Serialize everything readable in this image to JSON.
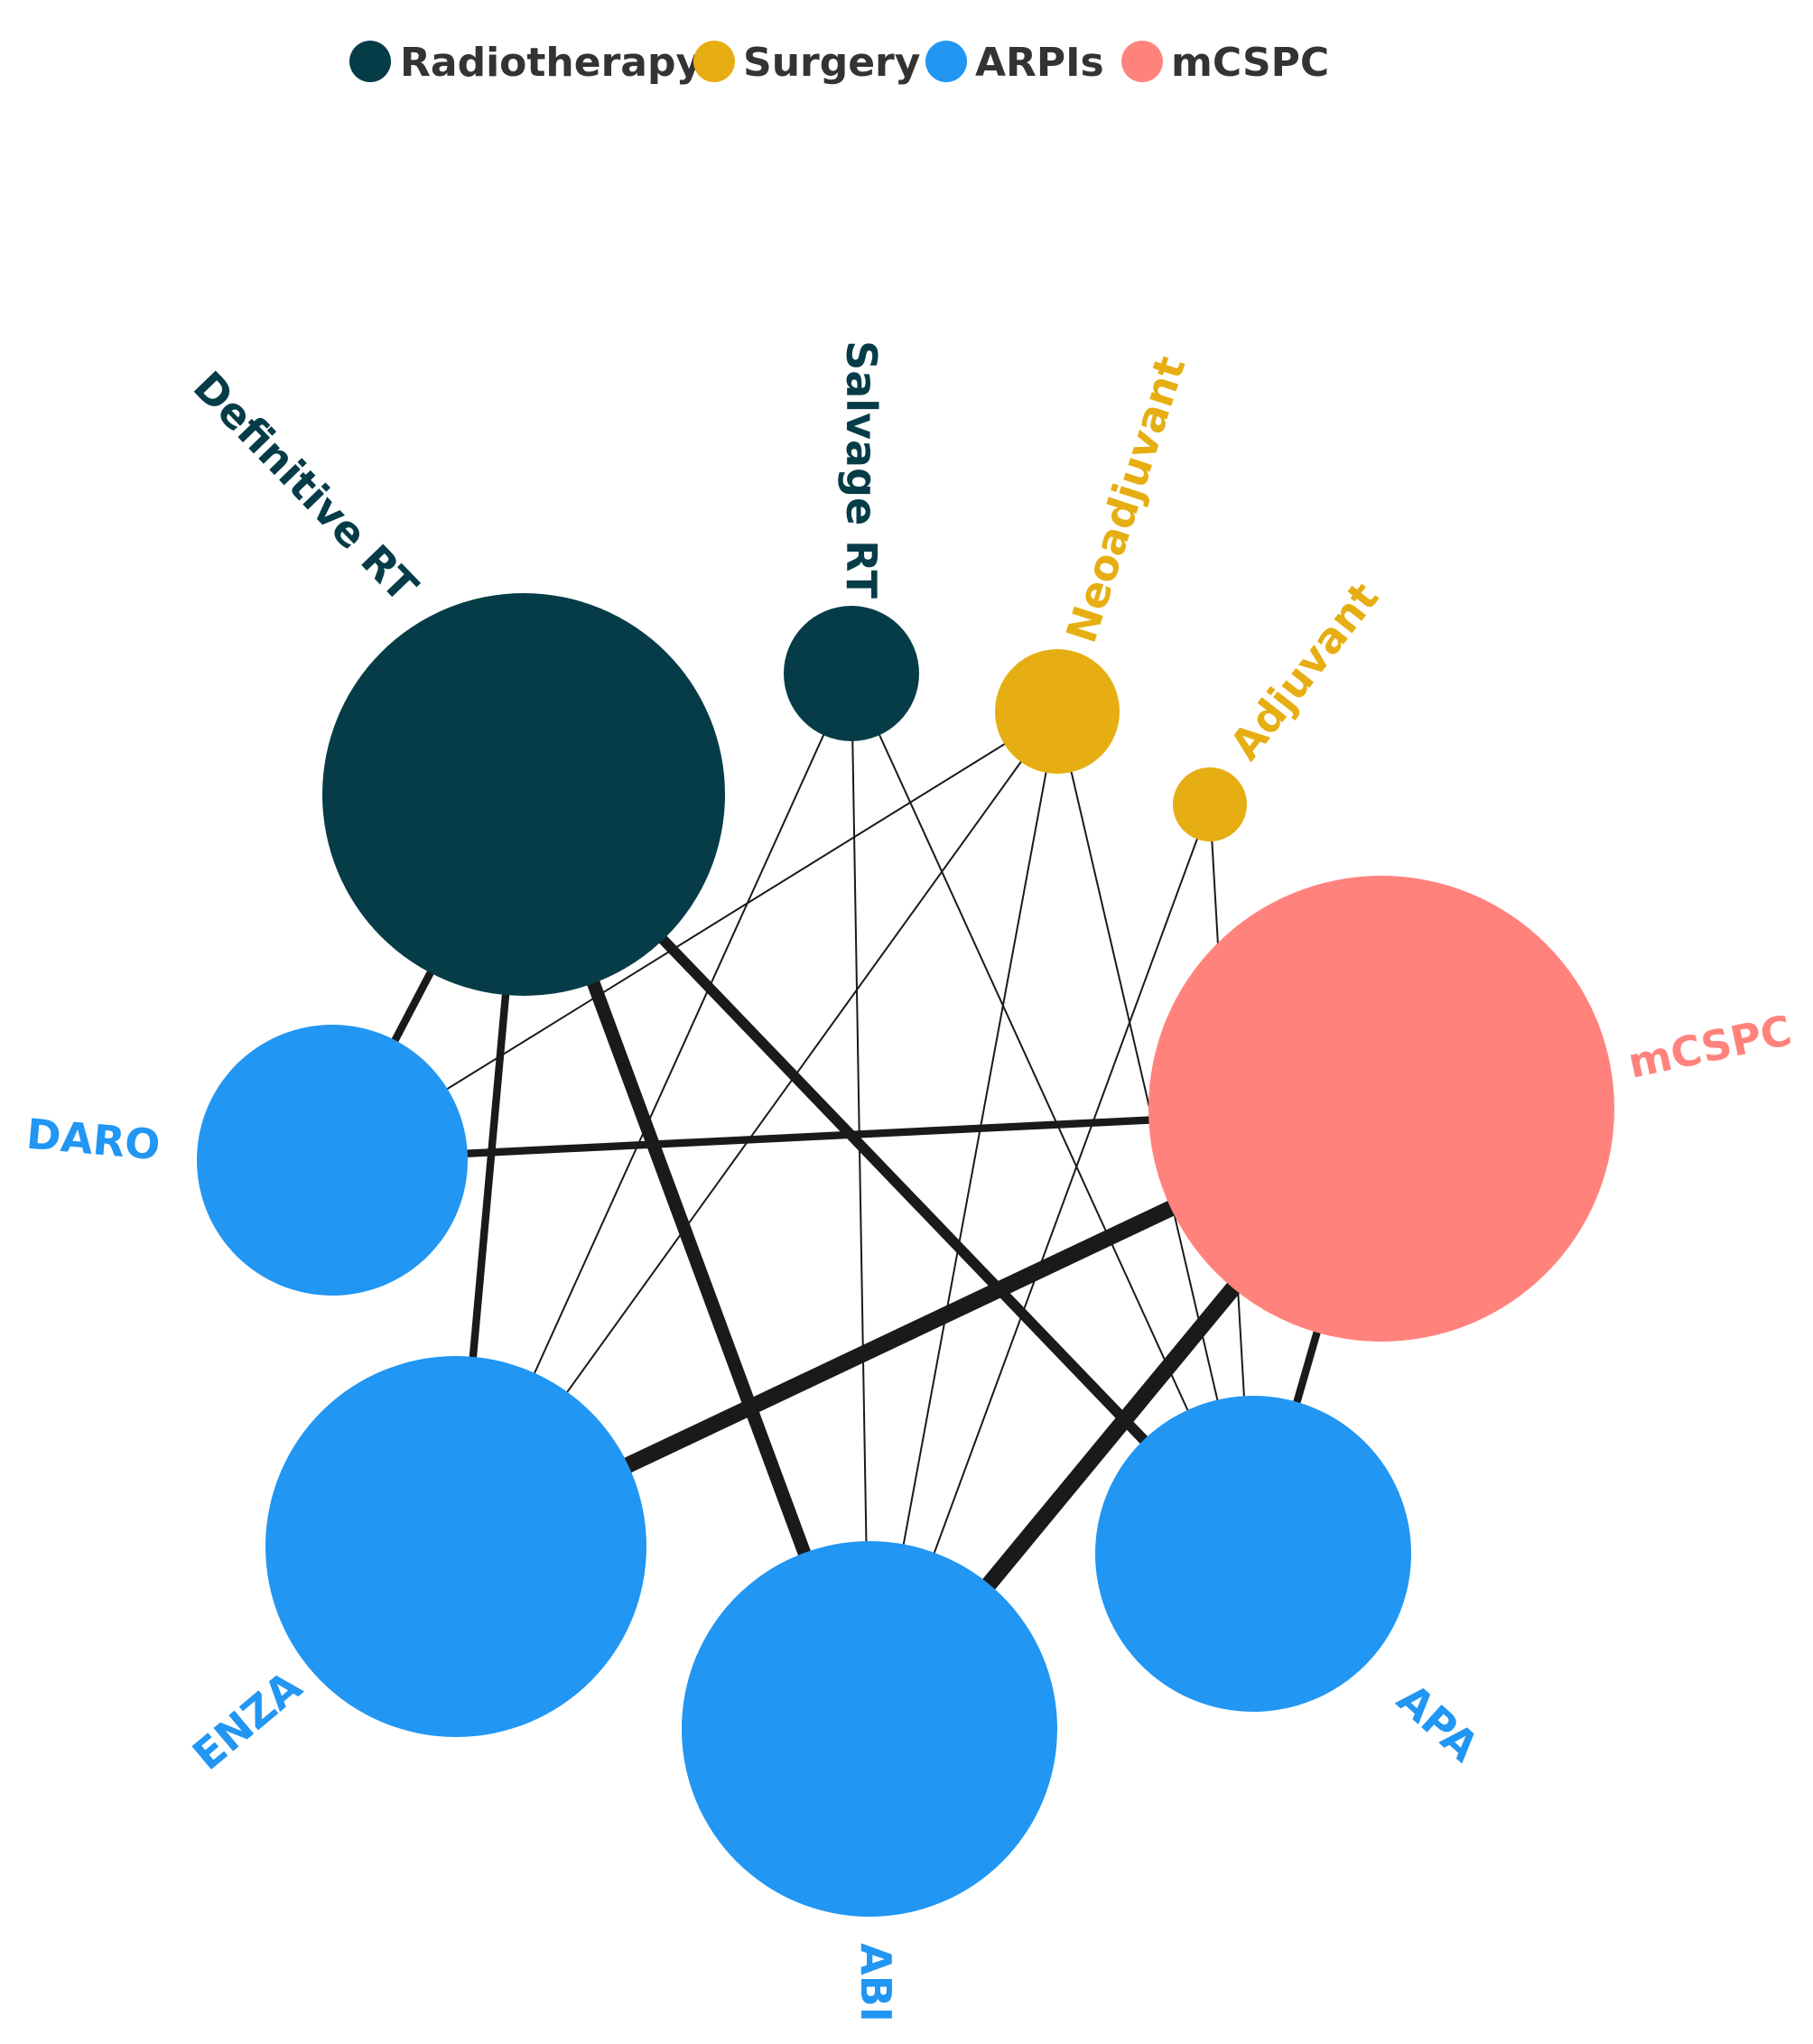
{
  "legend": {
    "items": [
      {
        "name": "Radiotherapy",
        "color": "#053C48"
      },
      {
        "name": "Surgery",
        "color": "#E6AE12"
      },
      {
        "name": "ARPIs",
        "color": "#2196F3"
      },
      {
        "name": "mCSPC",
        "color": "#FF837C"
      }
    ]
  },
  "nodes": [
    {
      "id": "definitive_rt",
      "label": "Definitive RT",
      "group": "Radiotherapy"
    },
    {
      "id": "salvage_rt",
      "label": "Salvage RT",
      "group": "Radiotherapy"
    },
    {
      "id": "neoadjuvant",
      "label": "Neoadjuvant",
      "group": "Surgery"
    },
    {
      "id": "adjuvant",
      "label": "Adjuvant",
      "group": "Surgery"
    },
    {
      "id": "mcspc",
      "label": "mCSPC",
      "group": "mCSPC"
    },
    {
      "id": "daro",
      "label": "DARO",
      "group": "ARPIs"
    },
    {
      "id": "enza",
      "label": "ENZA",
      "group": "ARPIs"
    },
    {
      "id": "abi",
      "label": "ABI",
      "group": "ARPIs"
    },
    {
      "id": "apa",
      "label": "APA",
      "group": "ARPIs"
    }
  ],
  "edges": [
    {
      "source": "definitive_rt",
      "target": "daro",
      "weight": 3
    },
    {
      "source": "definitive_rt",
      "target": "enza",
      "weight": 3
    },
    {
      "source": "definitive_rt",
      "target": "abi",
      "weight": 5
    },
    {
      "source": "definitive_rt",
      "target": "apa",
      "weight": 4
    },
    {
      "source": "salvage_rt",
      "target": "enza",
      "weight": 1
    },
    {
      "source": "salvage_rt",
      "target": "abi",
      "weight": 1
    },
    {
      "source": "salvage_rt",
      "target": "apa",
      "weight": 1
    },
    {
      "source": "neoadjuvant",
      "target": "daro",
      "weight": 1
    },
    {
      "source": "neoadjuvant",
      "target": "enza",
      "weight": 1
    },
    {
      "source": "neoadjuvant",
      "target": "abi",
      "weight": 1
    },
    {
      "source": "neoadjuvant",
      "target": "apa",
      "weight": 1
    },
    {
      "source": "adjuvant",
      "target": "abi",
      "weight": 1
    },
    {
      "source": "adjuvant",
      "target": "apa",
      "weight": 1
    },
    {
      "source": "mcspc",
      "target": "daro",
      "weight": 3
    },
    {
      "source": "mcspc",
      "target": "enza",
      "weight": 6
    },
    {
      "source": "mcspc",
      "target": "abi",
      "weight": 6
    },
    {
      "source": "mcspc",
      "target": "apa",
      "weight": 3
    }
  ]
}
